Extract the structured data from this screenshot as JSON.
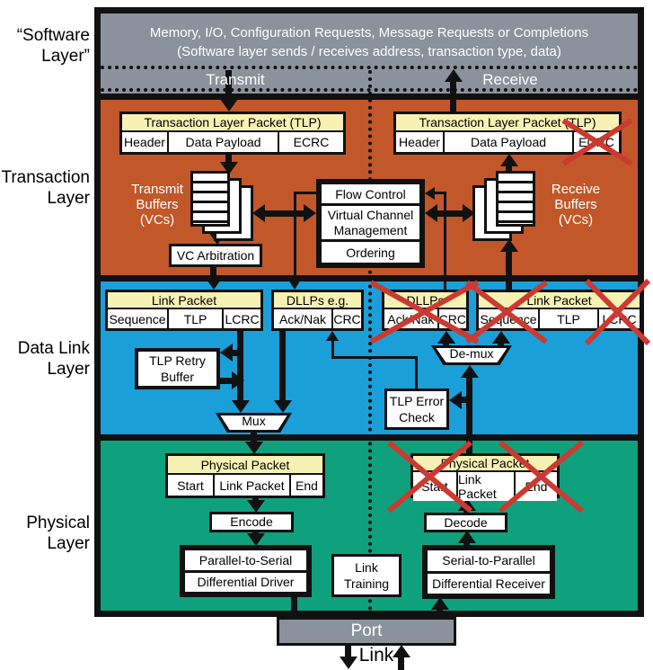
{
  "colors": {
    "transaction_layer": "#C2572A",
    "data_link_layer": "#1A9FD9",
    "physical_layer": "#0FA07D",
    "gray": "#8B929B",
    "packet_header_yellow": "#F7F2B4",
    "cross_red": "#CB3A31",
    "line_black": "#111111"
  },
  "side_labels": {
    "software": [
      "“Software",
      "Layer”"
    ],
    "transaction": [
      "Transaction",
      "Layer"
    ],
    "data_link": [
      "Data Link",
      "Layer"
    ],
    "physical": [
      "Physical",
      "Layer"
    ]
  },
  "software_layer": {
    "message": [
      "Memory, I/O, Configuration Requests, Message Requests or Completions",
      "(Software layer sends / receives address, transaction type, data)"
    ],
    "transmit": "Transmit",
    "receive": "Receive"
  },
  "transaction_layer": {
    "tlp": {
      "title": "Transaction Layer Packet (TLP)",
      "cells": [
        "Header",
        "Data Payload",
        "ECRC"
      ]
    },
    "transmit_buffers": [
      "Transmit",
      "Buffers",
      "(VCs)"
    ],
    "receive_buffers": [
      "Receive",
      "Buffers",
      "(VCs)"
    ],
    "vc_arbitration": "VC Arbitration",
    "control": {
      "flow_control": "Flow Control",
      "vc_management": [
        "Virtual Channel",
        "Management"
      ],
      "ordering": "Ordering"
    }
  },
  "data_link_layer": {
    "link_packet": {
      "title": "Link Packet",
      "cells": [
        "Sequence",
        "TLP",
        "LCRC"
      ]
    },
    "dllps_tx": {
      "title": "DLLPs e.g.",
      "cells": [
        "Ack/Nak",
        "CRC"
      ]
    },
    "dllps_rx": {
      "title": "DLLPs",
      "cells": [
        "Ack/Nak",
        "CRC"
      ]
    },
    "tlp_retry_buffer": [
      "TLP Retry",
      "Buffer"
    ],
    "mux": "Mux",
    "demux": "De-mux",
    "tlp_error_check": [
      "TLP Error",
      "Check"
    ]
  },
  "physical_layer": {
    "physical_packet": {
      "title": "Physical Packet",
      "cells": [
        "Start",
        "Link Packet",
        "End"
      ]
    },
    "encode": "Encode",
    "decode": "Decode",
    "tx_stack": [
      "Parallel-to-Serial",
      "Differential Driver"
    ],
    "rx_stack": [
      "Serial-to-Parallel",
      "Differential Receiver"
    ],
    "link_training": [
      "Link",
      "Training"
    ]
  },
  "port": "Port",
  "link": "Link"
}
